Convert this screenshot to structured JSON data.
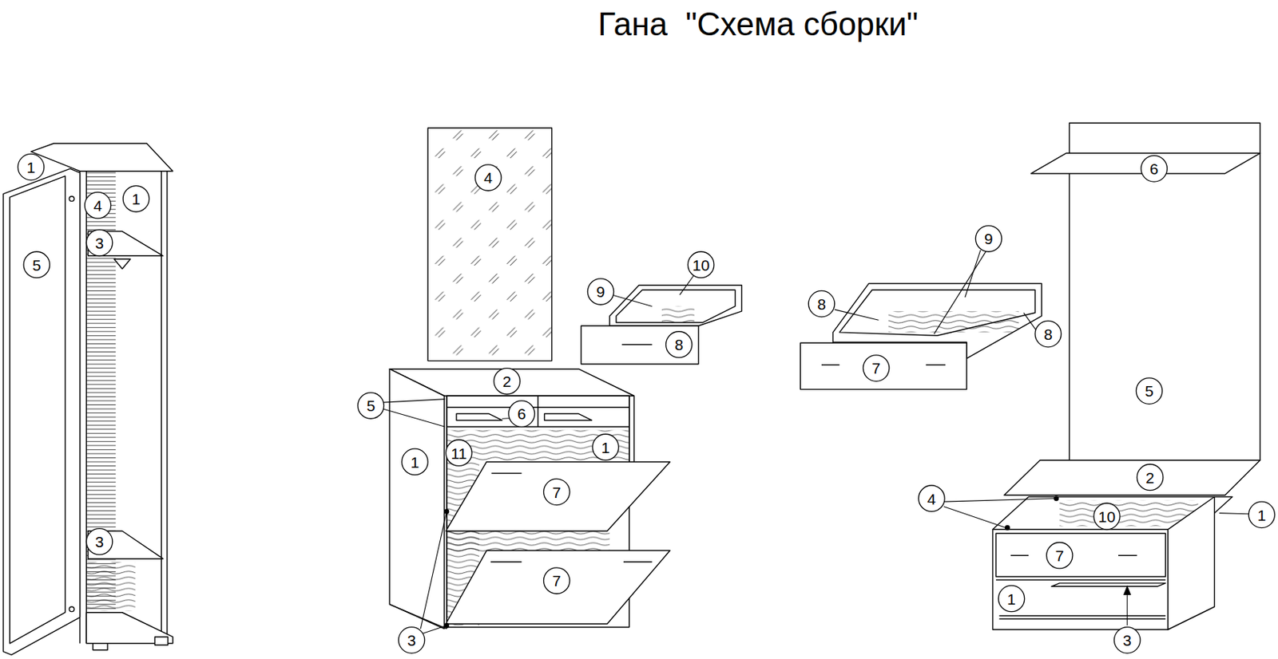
{
  "diagram": {
    "title": "Гана  \"Схема сборки\"",
    "labels": [
      "1",
      "4",
      "1",
      "3",
      "5",
      "3",
      "4",
      "10",
      "9",
      "8",
      "2",
      "5",
      "6",
      "1",
      "11",
      "1",
      "7",
      "7",
      "3",
      "9",
      "8",
      "8",
      "7",
      "6",
      "5",
      "2",
      "4",
      "1",
      "10",
      "7",
      "1",
      "3"
    ]
  }
}
